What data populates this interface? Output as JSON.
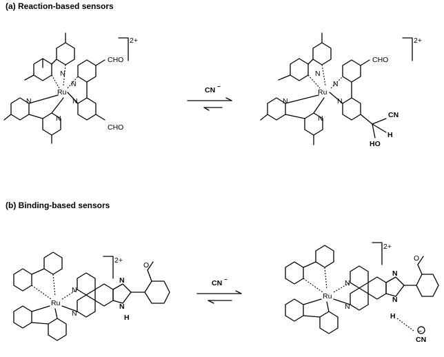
{
  "sections": {
    "a_title": "(a) Reaction-based sensors",
    "b_title": "(b) Binding-based sensors"
  },
  "labels": {
    "charge": "2+",
    "metal": "Ru",
    "nitrogen": "N",
    "aldehyde": "CHO",
    "reagent": "CN",
    "reagent_charge": "−",
    "cyano": "CN",
    "hydroxyl": "HO",
    "hydrogen": "H",
    "methoxy_o": "O",
    "anion_minus": "−"
  }
}
